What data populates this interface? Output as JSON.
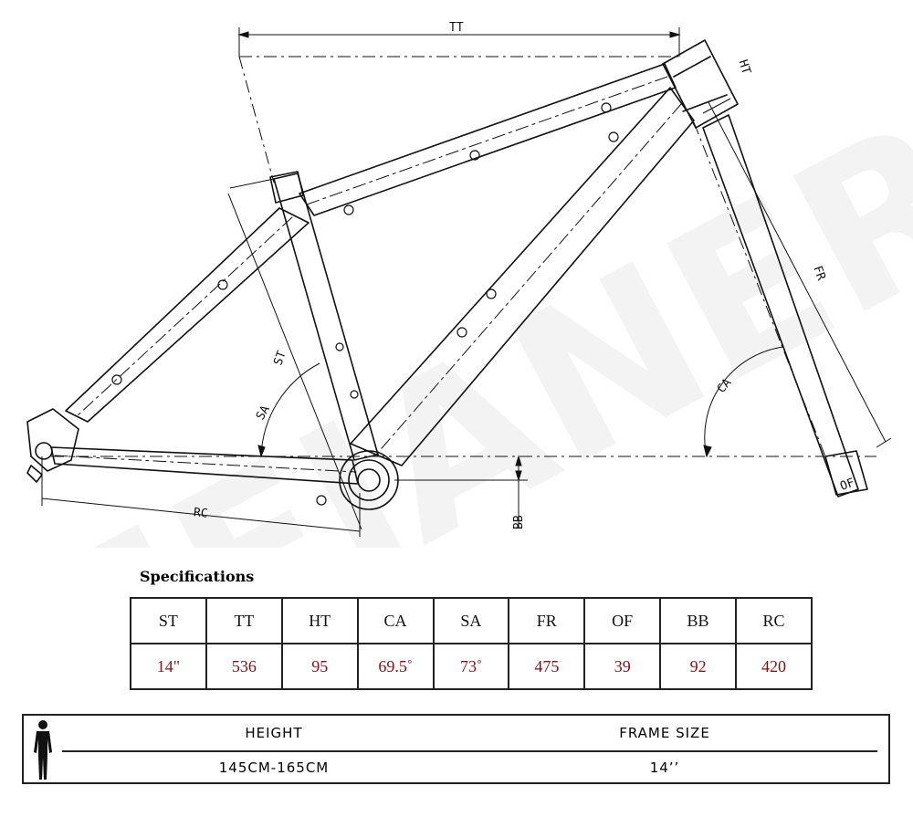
{
  "diagram": {
    "watermark": "MEIANER",
    "dimension_labels": {
      "tt": "TT",
      "ht": "HT",
      "st": "ST",
      "sa": "SA",
      "ca": "CA",
      "fr": "FR",
      "of": "OF",
      "bb": "BB",
      "rc": "RC"
    }
  },
  "specifications": {
    "title": "Specifications",
    "headers": [
      "ST",
      "TT",
      "HT",
      "CA",
      "SA",
      "FR",
      "OF",
      "BB",
      "RC"
    ],
    "values": [
      "14\"",
      "536",
      "95",
      "69.5˚",
      "73˚",
      "475",
      "39",
      "92",
      "420"
    ]
  },
  "fit": {
    "height_header": "HEIGHT",
    "size_header": "FRAME SIZE",
    "height_value": "145CM-165CM",
    "size_value": "14’’"
  },
  "colors": {
    "value_text": "#8a0f12",
    "lines": "#111111"
  }
}
